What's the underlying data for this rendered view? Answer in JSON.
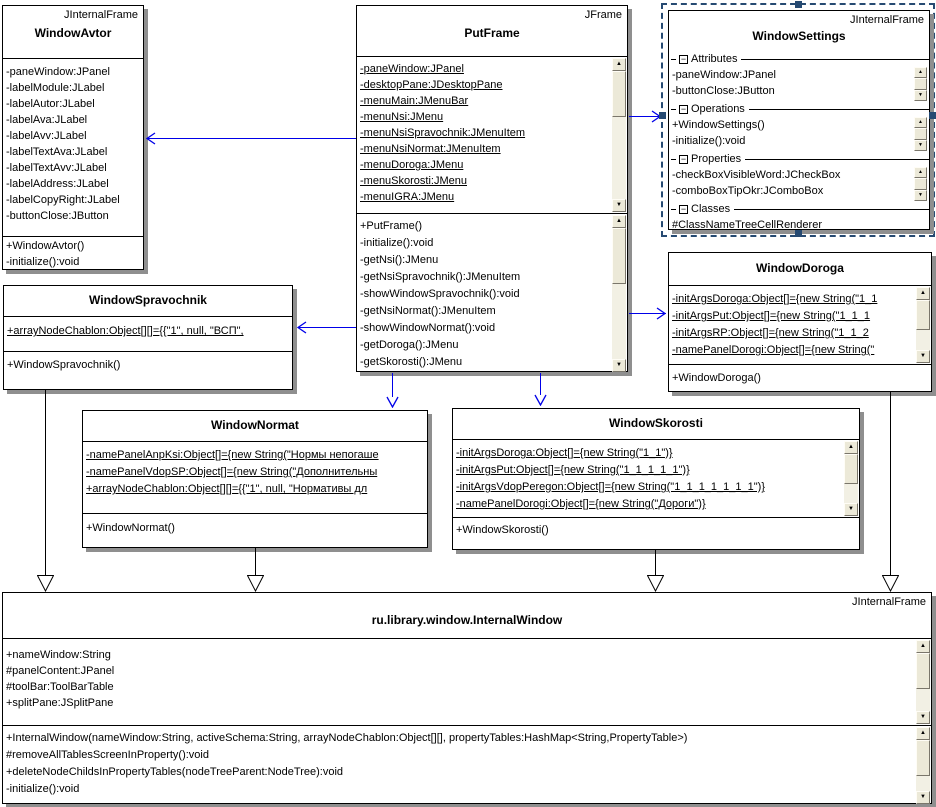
{
  "icons": {
    "scroll_up": "▲",
    "scroll_down": "▼",
    "collapse": "−"
  },
  "colors": {
    "relation_blue": "#0000e8",
    "selection_navy": "#264a72",
    "shadow_gray": "#8f8f8f"
  },
  "classes": {
    "window_avtor": {
      "stereotype": "JInternalFrame",
      "name": "WindowAvtor",
      "attributes": [
        "-paneWindow:JPanel",
        "-labelModule:JLabel",
        "-labelAutor:JLabel",
        "-labelAva:JLabel",
        "-labelAvv:JLabel",
        "-labelTextAva:JLabel",
        "-labelTextAvv:JLabel",
        "-labelAddress:JLabel",
        "-labelCopyRight:JLabel",
        "-buttonClose:JButton"
      ],
      "operations": [
        "+WindowAvtor()",
        "-initialize():void"
      ]
    },
    "put_frame": {
      "stereotype": "JFrame",
      "name": "PutFrame",
      "attributes": [
        "-paneWindow:JPanel",
        "-desktopPane:JDesktopPane",
        "-menuMain:JMenuBar",
        "-menuNsi:JMenu",
        "-menuNsiSpravochnik:JMenuItem",
        "-menuNsiNormat:JMenuItem",
        "-menuDoroga:JMenu",
        "-menuSkorosti:JMenu",
        "-menuIGRA:JMenu"
      ],
      "operations": [
        "+PutFrame()",
        "-initialize():void",
        "-getNsi():JMenu",
        "-getNsiSpravochnik():JMenuItem",
        "-showWindowSpravochnik():void",
        "-getNsiNormat():JMenuItem",
        "-showWindowNormat():void",
        "-getDoroga():JMenu",
        "-getSkorosti():JMenu"
      ]
    },
    "window_settings": {
      "stereotype": "JInternalFrame",
      "name": "WindowSettings",
      "sections": [
        {
          "label": "Attributes",
          "items": [
            "-paneWindow:JPanel",
            "-buttonClose:JButton"
          ]
        },
        {
          "label": "Operations",
          "items": [
            "+WindowSettings()",
            "-initialize():void"
          ]
        },
        {
          "label": "Properties",
          "items": [
            "-checkBoxVisibleWord:JCheckBox",
            "-comboBoxTipOkr:JComboBox"
          ]
        },
        {
          "label": "Classes",
          "items": [
            "#ClassNameTreeCellRenderer"
          ]
        }
      ]
    },
    "window_doroga": {
      "name": "WindowDoroga",
      "attributes": [
        "-initArgsDoroga:Object[]={new String(\"1_1",
        "-initArgsPut:Object[]={new String(\"1_1_1",
        "-initArgsRP:Object[]={new String(\"1_1_2",
        "-namePanelDorogi:Object[]={new String(\""
      ],
      "operations": [
        "+WindowDoroga()"
      ]
    },
    "window_spravochnik": {
      "name": "WindowSpravochnik",
      "attributes": [
        "+arrayNodeChablon:Object[][]={{\"1\", null, \"ВСП\","
      ],
      "operations": [
        "+WindowSpravochnik()"
      ]
    },
    "window_normat": {
      "name": "WindowNormat",
      "attributes": [
        "-namePanelAnpKsi:Object[]={new String(\"Нормы непогаше",
        "-namePanelVdopSP:Object[]={new String(\"Дополнительны",
        "+arrayNodeChablon:Object[][]={{\"1\", null, \"Нормативы дл"
      ],
      "operations": [
        "+WindowNormat()"
      ]
    },
    "window_skorosti": {
      "name": "WindowSkorosti",
      "attributes": [
        "-initArgsDoroga:Object[]={new String(\"1_1\")}",
        "-initArgsPut:Object[]={new String(\"1_1_1_1_1\")}",
        "-initArgsVdopPeregon:Object[]={new String(\"1_1_1_1_1_1_1\")}",
        "-namePanelDorogi:Object[]={new String(\"Дороги\")}"
      ],
      "operations": [
        "+WindowSkorosti()"
      ]
    },
    "internal_window": {
      "stereotype": "JInternalFrame",
      "name": "ru.library.window.InternalWindow",
      "attributes": [
        "+nameWindow:String",
        "#panelContent:JPanel",
        "#toolBar:ToolBarTable",
        "+splitPane:JSplitPane"
      ],
      "operations": [
        "+InternalWindow(nameWindow:String, activeSchema:String, arrayNodeChablon:Object[][], propertyTables:HashMap<String,PropertyTable>)",
        "#removeAllTablesScreenInProperty():void",
        "+deleteNodeChildsInPropertyTables(nodeTreeParent:NodeTree):void",
        "-initialize():void"
      ]
    }
  }
}
